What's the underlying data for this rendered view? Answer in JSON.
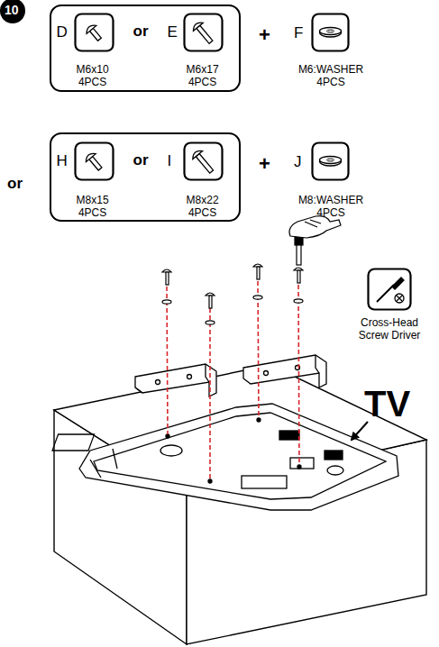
{
  "diagram": {
    "nodes": [
      {
        "text": [
          "D",
          "M6x10 4PCS",
          "or",
          "E",
          "M6x17 4PCS"
        ]
      },
      {
        "text": [
          "H",
          "M8x15 4PCS",
          "or",
          "I",
          "M8x22 4PCS"
        ]
      },
      {
        "text": [
          "F",
          "M6:WASHER 4PCS"
        ]
      },
      {
        "text": [
          "J",
          "M8:WASHER 4PCS"
        ]
      },
      {
        "text": [
          "Cross-Head Screw Driver"
        ]
      }
    ],
    "labels": [
      "10",
      "+",
      "or",
      "+",
      "TV"
    ]
  }
}
